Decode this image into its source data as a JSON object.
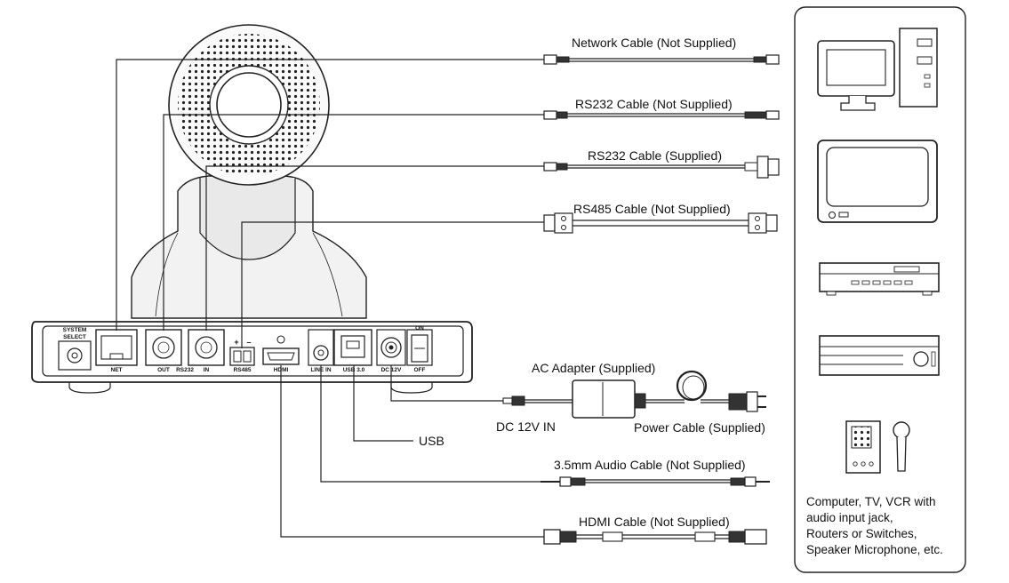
{
  "cables": [
    {
      "label": "Network Cable  (Not Supplied)"
    },
    {
      "label": "RS232 Cable  (Not Supplied)"
    },
    {
      "label": "RS232 Cable  (Supplied)"
    },
    {
      "label": "RS485 Cable  (Not Supplied)"
    },
    {
      "label": "3.5mm Audio Cable (Not Supplied)"
    },
    {
      "label": "HDMI Cable  (Not Supplied)"
    }
  ],
  "power": {
    "adapter": "AC Adapter (Supplied)",
    "dc_in": "DC 12V IN",
    "power_cable": "Power Cable (Supplied)"
  },
  "usb_label": "USB",
  "panel_labels": {
    "system_select_1": "SYSTEM",
    "system_select_2": "SELECT",
    "net": "NET",
    "out": "OUT",
    "rs232": "RS232",
    "in": "IN",
    "rs485": "RS485",
    "plus": "+",
    "minus": "–",
    "hdmi": "HDMI",
    "line_in": "LINE IN",
    "usb30": "USB 3.0",
    "dc12v": "DC 12V",
    "on": "ON",
    "off": "OFF"
  },
  "devices_caption": [
    "Computer, TV, VCR with",
    "audio input jack,",
    "Routers or Switches,",
    "Speaker Microphone, etc."
  ]
}
